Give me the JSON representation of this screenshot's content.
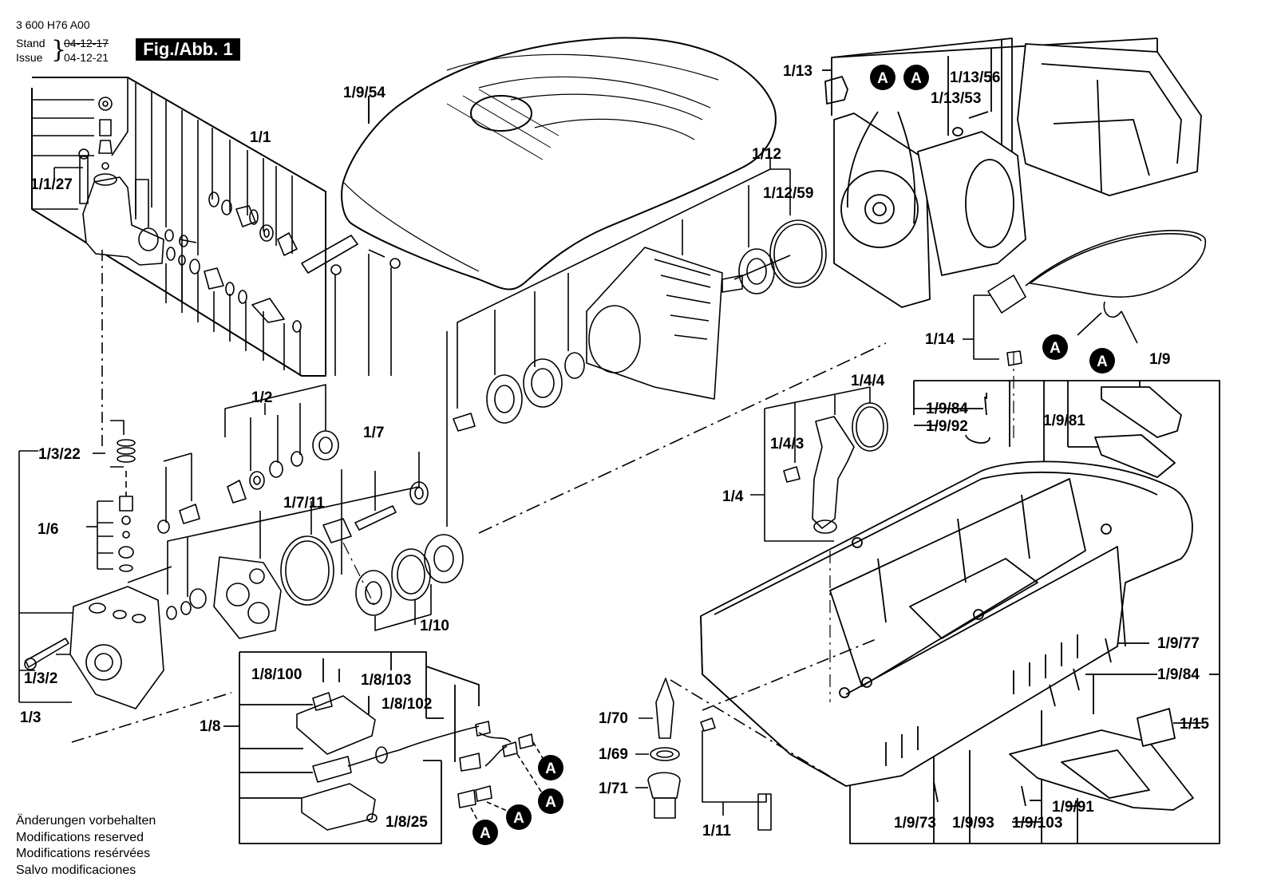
{
  "header": {
    "doc_number": "3 600 H76 A00",
    "stand_label": "Stand",
    "stand_date": "04-12-17",
    "issue_label": "Issue",
    "issue_date": "04-12-21",
    "figure_label": "Fig./Abb. 1"
  },
  "notes": [
    "Änderungen vorbehalten",
    "Modifications reserved",
    "Modifications resérvées",
    "Salvo modificaciones"
  ],
  "connector_marker": "A",
  "parts": {
    "p1_1": "1/1",
    "p1_1_27": "1/1/27",
    "p1_2": "1/2",
    "p1_3_22": "1/3/22",
    "p1_6": "1/6",
    "p1_3_2": "1/3/2",
    "p1_3": "1/3",
    "p1_7": "1/7",
    "p1_7_11": "1/7/11",
    "p1_10": "1/10",
    "p1_8": "1/8",
    "p1_8_100": "1/8/100",
    "p1_8_103": "1/8/103",
    "p1_8_102": "1/8/102",
    "p1_8_25": "1/8/25",
    "p1_9_54": "1/9/54",
    "p1_12": "1/12",
    "p1_12_59": "1/12/59",
    "p1_13": "1/13",
    "p1_13_56": "1/13/56",
    "p1_13_53": "1/13/53",
    "p1_14": "1/14",
    "p1_4_4": "1/4/4",
    "p1_4_3": "1/4/3",
    "p1_4": "1/4",
    "p1_9": "1/9",
    "p1_9_84a": "1/9/84",
    "p1_9_92": "1/9/92",
    "p1_9_81": "1/9/81",
    "p1_9_77": "1/9/77",
    "p1_9_84b": "1/9/84",
    "p1_15": "1/15",
    "p1_9_91": "1/9/91",
    "p1_9_73": "1/9/73",
    "p1_9_93": "1/9/93",
    "p1_9_103": "1/9/103",
    "p1_70": "1/70",
    "p1_69": "1/69",
    "p1_71": "1/71",
    "p1_11": "1/11"
  }
}
